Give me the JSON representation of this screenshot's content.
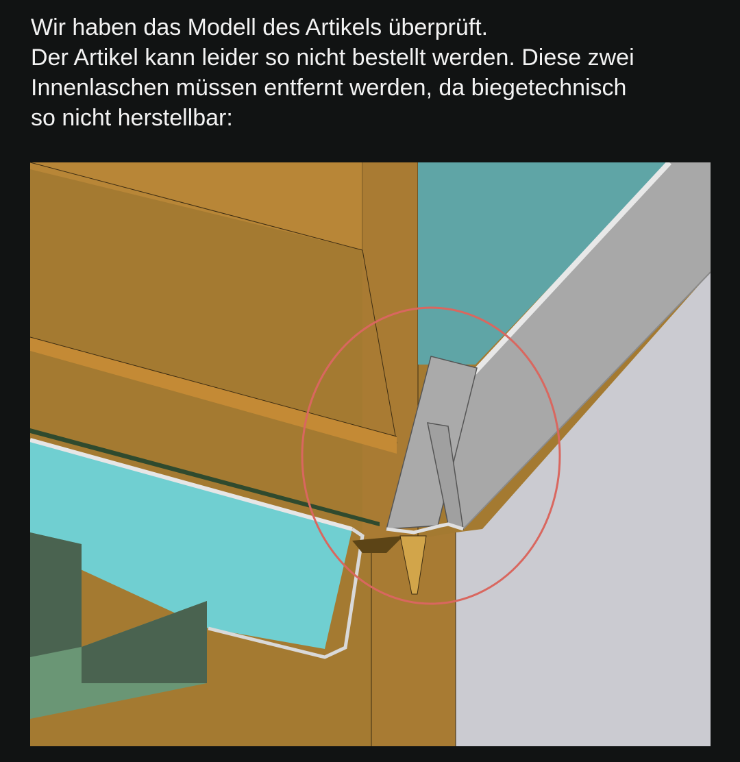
{
  "message": {
    "lines": [
      "Wir haben das Modell des Artikels überprüft.",
      "Der Artikel kann leider so nicht bestellt werden. Diese zwei",
      "Innenlaschen müssen entfernt werden, da biegetechnisch",
      "so nicht herstellbar:"
    ]
  },
  "image": {
    "subject": "cad-model-sheet-metal-corner",
    "highlight_color": "#d9675f",
    "colors": {
      "wood": "#a47a31",
      "wood_light": "#b88637",
      "cyan": "#70cfd1",
      "teal": "#5fa5a6",
      "green": "#6a9675",
      "green_dark": "#4a6350",
      "grey_plane": "#cbcbd1",
      "sheet_metal": "#a8a8a8"
    }
  }
}
